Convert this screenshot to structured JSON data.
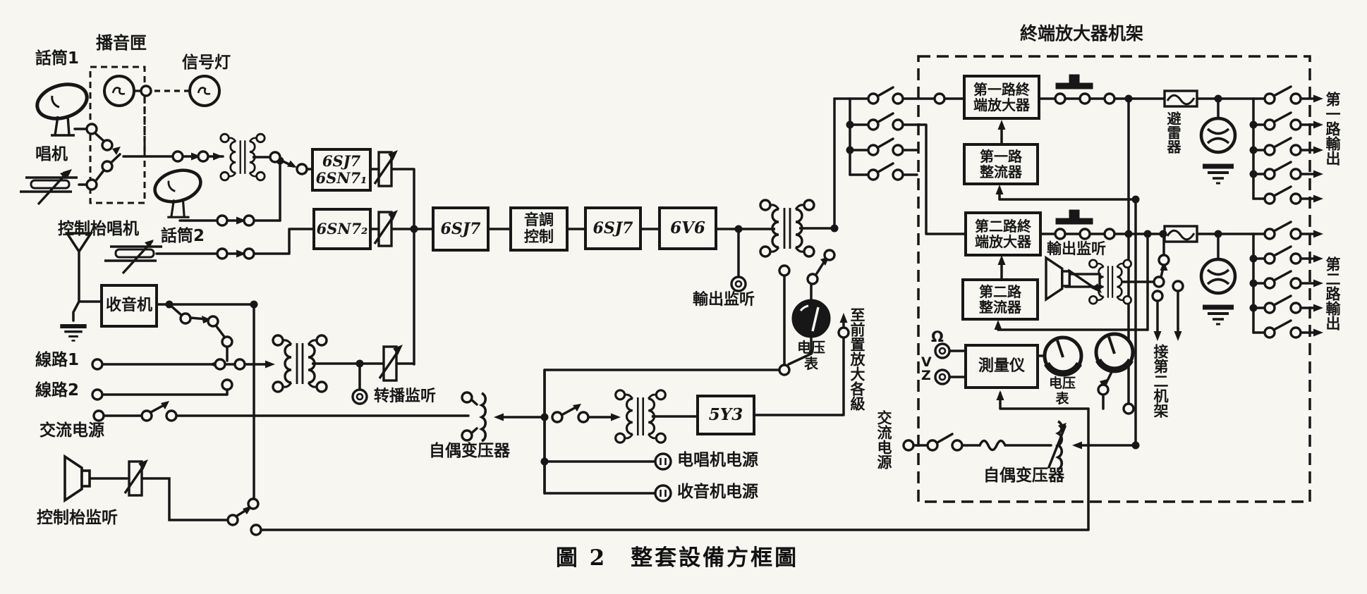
{
  "caption": "圖 2　整套設備方框圖",
  "console": {
    "mic1": "話筒1",
    "boombox": "播音匣",
    "signal_lamp": "信号灯",
    "phonograph": "唱机",
    "console_phonograph": "控制枱唱机",
    "mic2": "話筒2",
    "radio": "收音机",
    "line1": "線路1",
    "line2": "線路2",
    "ac_power": "交流电源",
    "relay_monitor": "转播监听",
    "autotransformer": "自偶变压器",
    "phono_power": "电唱机电源",
    "radio_power": "收音机电源",
    "console_monitor": "控制枱监听",
    "output_monitor": "輸出监听",
    "voltmeter": "电压\n表",
    "to_preamp": "至前置放大各級"
  },
  "tubes": {
    "preamp1": "6SJ7\n6SN7₁",
    "preamp2": "6SN7₂",
    "voltage_amp": "6SJ7",
    "tone": "音調\n控制",
    "driver": "6SJ7",
    "power": "6V6",
    "rectifier": "5Y3"
  },
  "rack": {
    "title": "終端放大器机架",
    "amp1": "第一路終\n端放大器",
    "rect1": "第一路\n整流器",
    "amp2": "第二路終\n端放大器",
    "rect2": "第二路\n整流器",
    "output_monitor": "輸出监听",
    "meter_box": "測量仪",
    "voltmeter": "电压\n表",
    "to_second_rack": "接第二机架",
    "ac_power": "交流电源",
    "autotransformer": "自偶变压器",
    "arrester": "避雷器",
    "output1": "第一路輸出",
    "output2": "第二路輸出",
    "omega": "Ω",
    "volt": "V",
    "z": "Z"
  }
}
